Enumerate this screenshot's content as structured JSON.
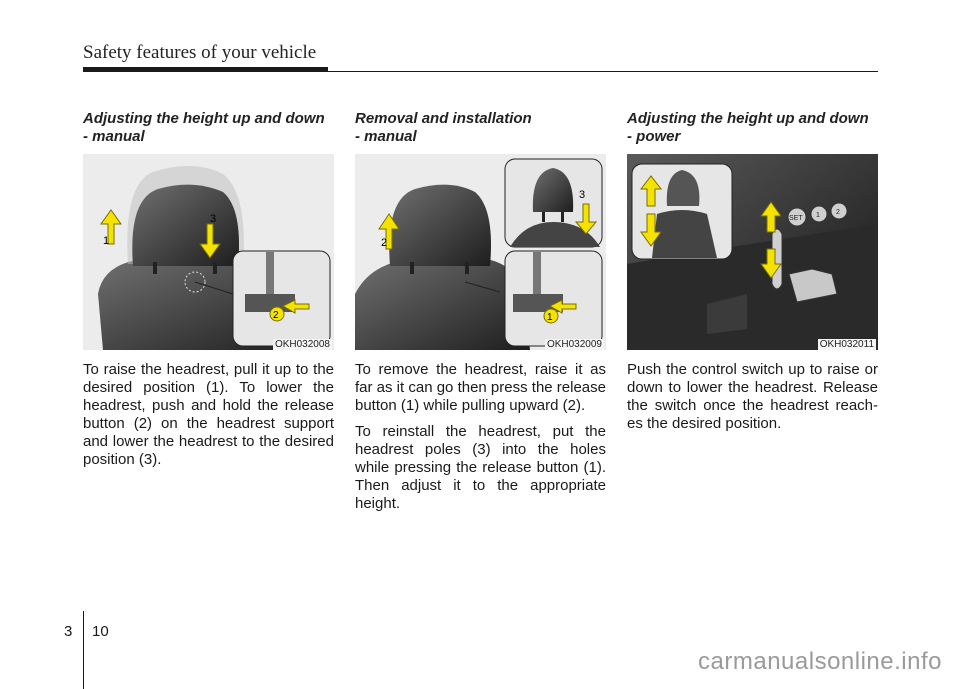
{
  "header": {
    "title": "Safety features of your vehicle"
  },
  "sections": [
    {
      "title_line1": "Adjusting the height up and down",
      "title_line2": "- manual",
      "figure_code": "OKH032008",
      "labels": [
        "1",
        "2",
        "3"
      ],
      "paragraphs": [
        "To raise the headrest, pull it up to the desired position (1). To lower the headrest, push and hold the release button (2) on the headrest support and lower the headrest to the desired position (3)."
      ]
    },
    {
      "title_line1": "Removal and installation",
      "title_line2": "- manual",
      "figure_code": "OKH032009",
      "labels": [
        "1",
        "2",
        "3"
      ],
      "paragraphs": [
        "To remove the headrest, raise it as far as it can go then press the release button (1) while pulling upward (2).",
        "To reinstall the headrest, put the headrest poles (3) into the holes while pressing the release button (1). Then adjust it to the appropriate height."
      ]
    },
    {
      "title_line1": "Adjusting the height up and down",
      "title_line2": "- power",
      "figure_code": "OKH032011",
      "switch_labels": [
        "SET",
        "1",
        "2"
      ],
      "paragraphs": [
        "Push the control switch up to raise or down to lower the headrest. Release the switch once the headrest reach-es the desired position."
      ]
    }
  ],
  "footer": {
    "chapter": "3",
    "page": "10"
  },
  "watermark": "carmanualsonline.info",
  "colors": {
    "arrow": "#f4e300",
    "arrow_outline": "#7a6e00",
    "seat": "#3a3a3a"
  }
}
